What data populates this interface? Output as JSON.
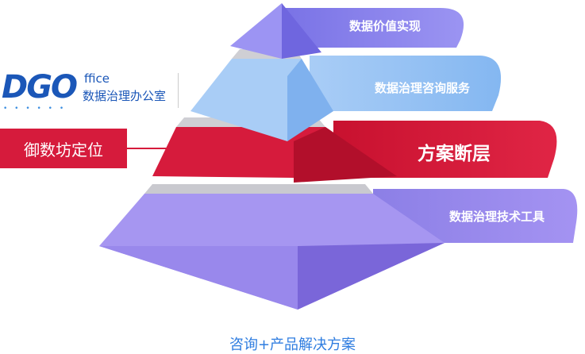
{
  "tiers": [
    {
      "label": "数据价值实现"
    },
    {
      "label": "数据治理咨询服务"
    },
    {
      "label": "方案断层"
    },
    {
      "label": "数据治理技术工具"
    }
  ],
  "logo": {
    "mark": "DGO",
    "suffix": "ffice",
    "subtitle": "数据治理办公室"
  },
  "side_label": "御数坊定位",
  "caption": "咨询+产品解决方案",
  "colors": {
    "tier1": "#8b83ee",
    "tier2": "#8ec0f5",
    "tier3": "#d61b3c",
    "tier4": "#9a88ee",
    "accent_blue": "#2f7de0",
    "logo_blue": "#1b57b8"
  }
}
